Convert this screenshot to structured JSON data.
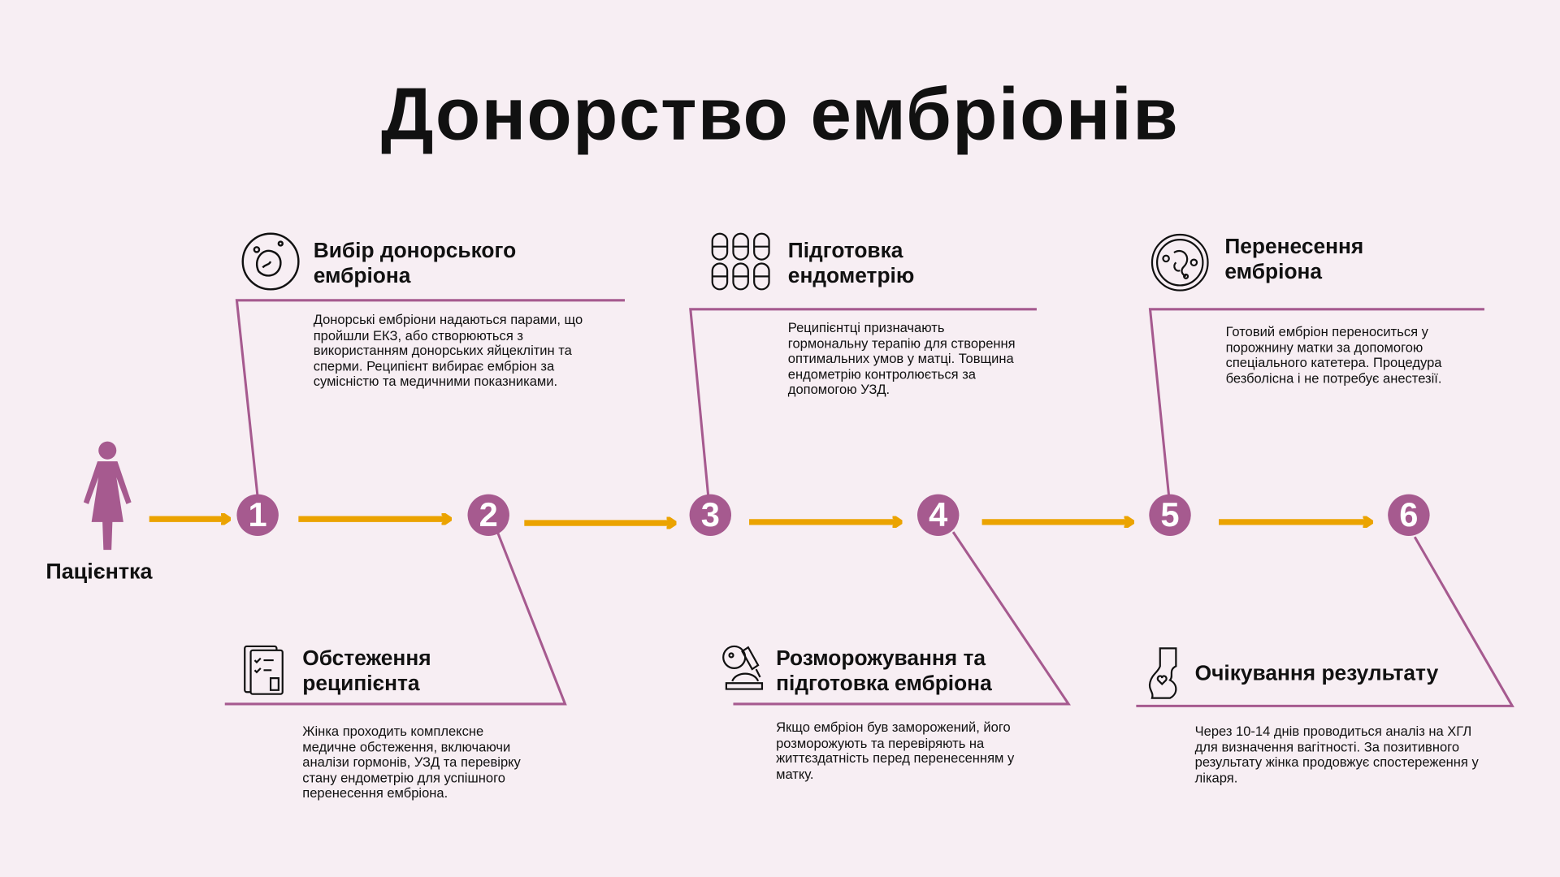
{
  "title": "Донорство ембріонів",
  "patient_label": "Пацієнтка",
  "colors": {
    "background": "#f7eef3",
    "accent": "#a65a8f",
    "arrow": "#eba300"
  },
  "steps": [
    {
      "number": "1",
      "icon": "embryo-circle-icon",
      "title": "Вибір донорського ембріона",
      "text": "Донорські ембріони надаються парами, що пройшли ЕКЗ, або створюються з використанням донорських яйцеклітин та сперми. Реципієнт вибирає ембріон за сумісністю та медичними показниками."
    },
    {
      "number": "2",
      "icon": "clipboard-icon",
      "title": "Обстеження реципієнта",
      "text": "Жінка проходить комплексне медичне обстеження, включаючи аналізи гормонів, УЗД та перевірку стану ендометрію для успішного перенесення ембріона."
    },
    {
      "number": "3",
      "icon": "pills-icon",
      "title": "Підготовка ендометрію",
      "text": "Реципієнтці призначають гормональну терапію для створення оптимальних умов у матці. Товщина ендометрію контролюється за допомогою УЗД."
    },
    {
      "number": "4",
      "icon": "microscope-icon",
      "title": "Розморожування та підготовка ембріона",
      "text": "Якщо ембріон був заморожений, його розморожують та перевіряють на життєздатність перед перенесенням у матку."
    },
    {
      "number": "5",
      "icon": "embryo-dish-icon",
      "title": "Перенесення ембріона",
      "text": "Готовий ембріон переноситься у порожнину матки за допомогою спеціального катетера. Процедура безболісна і не потребує анестезії."
    },
    {
      "number": "6",
      "icon": "pregnancy-icon",
      "title": "Очікування результату",
      "text": "Через 10-14 днів проводиться аналіз на ХГЛ для визначення вагітності. За позитивного результату жінка продовжує спостереження у лікаря."
    }
  ]
}
